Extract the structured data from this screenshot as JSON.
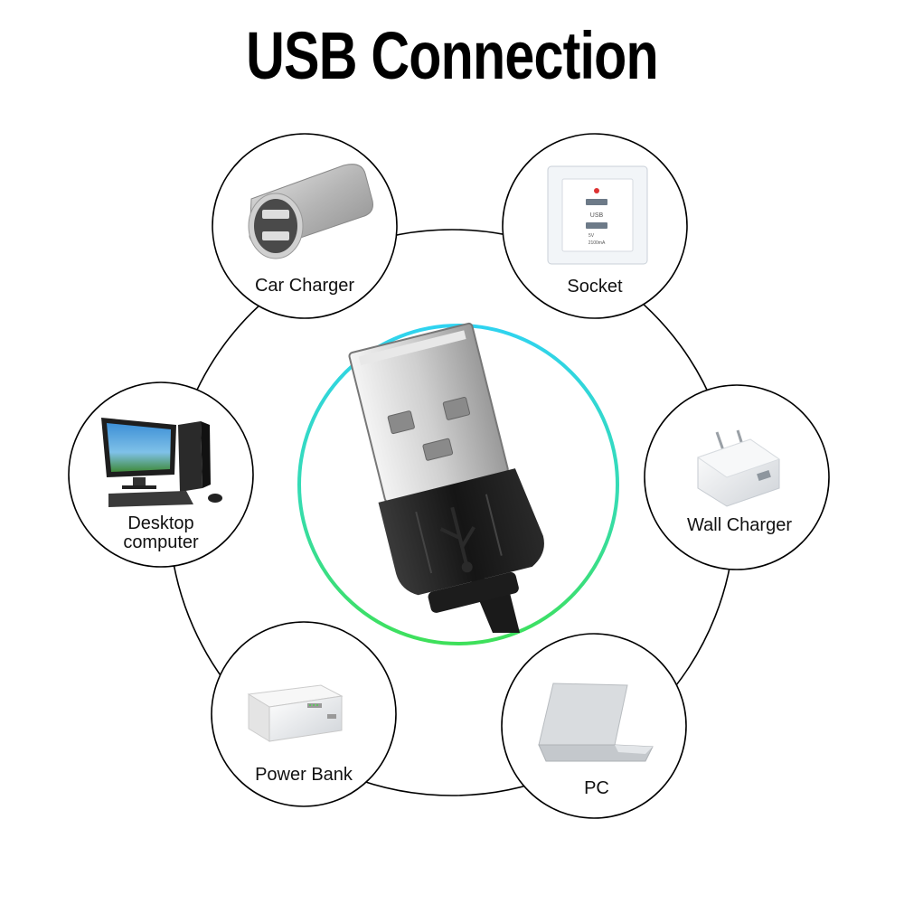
{
  "title": "USB Connection",
  "center": {
    "item": "USB plug",
    "icon": "usb-plug-icon",
    "ring_colors": [
      "#2fd3f0",
      "#3ee05a"
    ]
  },
  "devices": [
    {
      "id": "car-charger",
      "label": "Car Charger",
      "icon": "car-charger-icon"
    },
    {
      "id": "socket",
      "label": "Socket",
      "icon": "wall-socket-icon",
      "socket_text": {
        "usb": "USB",
        "spec": "5V",
        "amp": "2100mA"
      }
    },
    {
      "id": "desktop",
      "label": "Desktop computer",
      "label_lines": [
        "Desktop",
        "computer"
      ],
      "icon": "desktop-computer-icon"
    },
    {
      "id": "wall-charger",
      "label": "Wall Charger",
      "icon": "wall-charger-icon"
    },
    {
      "id": "power-bank",
      "label": "Power Bank",
      "icon": "power-bank-icon"
    },
    {
      "id": "pc",
      "label": "PC",
      "icon": "laptop-icon"
    }
  ],
  "colors": {
    "outline": "#000000",
    "text": "#111111",
    "background": "#ffffff"
  }
}
